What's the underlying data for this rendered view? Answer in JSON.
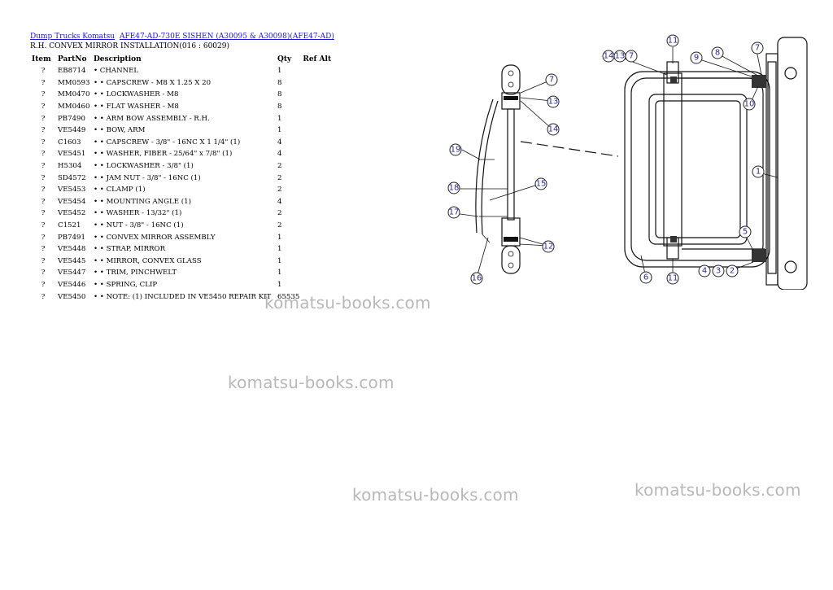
{
  "breadcrumb": {
    "links": [
      "Dump Trucks Komatsu",
      "AFE47-AD-730E SISHEN (A30095 & A30098)(AFE47-AD)"
    ]
  },
  "page_title": "R.H. CONVEX MIRROR INSTALLATION(016 : 60029)",
  "table": {
    "headers": {
      "item": "Item",
      "part": "PartNo",
      "desc": "Description",
      "qty": "Qty",
      "ref": "Ref Alt"
    },
    "rows": [
      {
        "item": "?",
        "part": "EB8714",
        "desc": "• CHANNEL",
        "qty": "1"
      },
      {
        "item": "?",
        "part": "MM0593",
        "desc": "• • CAPSCREW - M8 X 1.25 X 20",
        "qty": "8"
      },
      {
        "item": "?",
        "part": "MM0470",
        "desc": "• • LOCKWASHER - M8",
        "qty": "8"
      },
      {
        "item": "?",
        "part": "MM0460",
        "desc": "• • FLAT WASHER - M8",
        "qty": "8"
      },
      {
        "item": "?",
        "part": "PB7490",
        "desc": "• • ARM BOW ASSEMBLY - R.H.",
        "qty": "1"
      },
      {
        "item": "?",
        "part": "VE5449",
        "desc": "• • BOW, ARM",
        "qty": "1"
      },
      {
        "item": "?",
        "part": "C1603",
        "desc": "• • CAPSCREW - 3/8\" - 16NC X 1 1/4\" (1)",
        "qty": "4"
      },
      {
        "item": "?",
        "part": "VE5451",
        "desc": "• • WASHER, FIBER - 25/64\" x 7/8\" (1)",
        "qty": "4"
      },
      {
        "item": "?",
        "part": "H5304",
        "desc": "• • LOCKWASHER - 3/8\" (1)",
        "qty": "2"
      },
      {
        "item": "?",
        "part": "SD4572",
        "desc": "• • JAM NUT - 3/8\" - 16NC (1)",
        "qty": "2"
      },
      {
        "item": "?",
        "part": "VE5453",
        "desc": "• • CLAMP (1)",
        "qty": "2"
      },
      {
        "item": "?",
        "part": "VE5454",
        "desc": "• • MOUNTING ANGLE (1)",
        "qty": "4"
      },
      {
        "item": "?",
        "part": "VE5452",
        "desc": "• • WASHER - 13/32\" (1)",
        "qty": "2"
      },
      {
        "item": "?",
        "part": "C1521",
        "desc": "• • NUT - 3/8\" - 16NC (1)",
        "qty": "2"
      },
      {
        "item": "?",
        "part": "PB7491",
        "desc": "• • CONVEX MIRROR ASSEMBLY",
        "qty": "1"
      },
      {
        "item": "?",
        "part": "VE5448",
        "desc": "• • STRAP, MIRROR",
        "qty": "1"
      },
      {
        "item": "?",
        "part": "VE5445",
        "desc": "• • MIRROR, CONVEX GLASS",
        "qty": "1"
      },
      {
        "item": "?",
        "part": "VE5447",
        "desc": "• • TRIM, PINCHWELT",
        "qty": "1"
      },
      {
        "item": "?",
        "part": "VE5446",
        "desc": "• • SPRING, CLIP",
        "qty": "1"
      },
      {
        "item": "?",
        "part": "VE5450",
        "desc": "• • NOTE: (1) INCLUDED IN VE5450 REPAIR KIT",
        "qty": "65535"
      }
    ]
  },
  "watermarks": [
    "komatsu-books.com",
    "komatsu-books.com",
    "komatsu-books.com",
    "komatsu-books.com"
  ],
  "diagram": {
    "callouts": [
      "11",
      "14",
      "13",
      "7",
      "9",
      "8",
      "7",
      "10",
      "7",
      "13",
      "14",
      "19",
      "15",
      "18",
      "17",
      "16",
      "12",
      "1",
      "5",
      "6",
      "11",
      "4",
      "3",
      "2"
    ]
  },
  "colors": {
    "link": "#1a1ac8",
    "callout_text": "#2a2a9a",
    "watermark": "#b8b8b8"
  }
}
